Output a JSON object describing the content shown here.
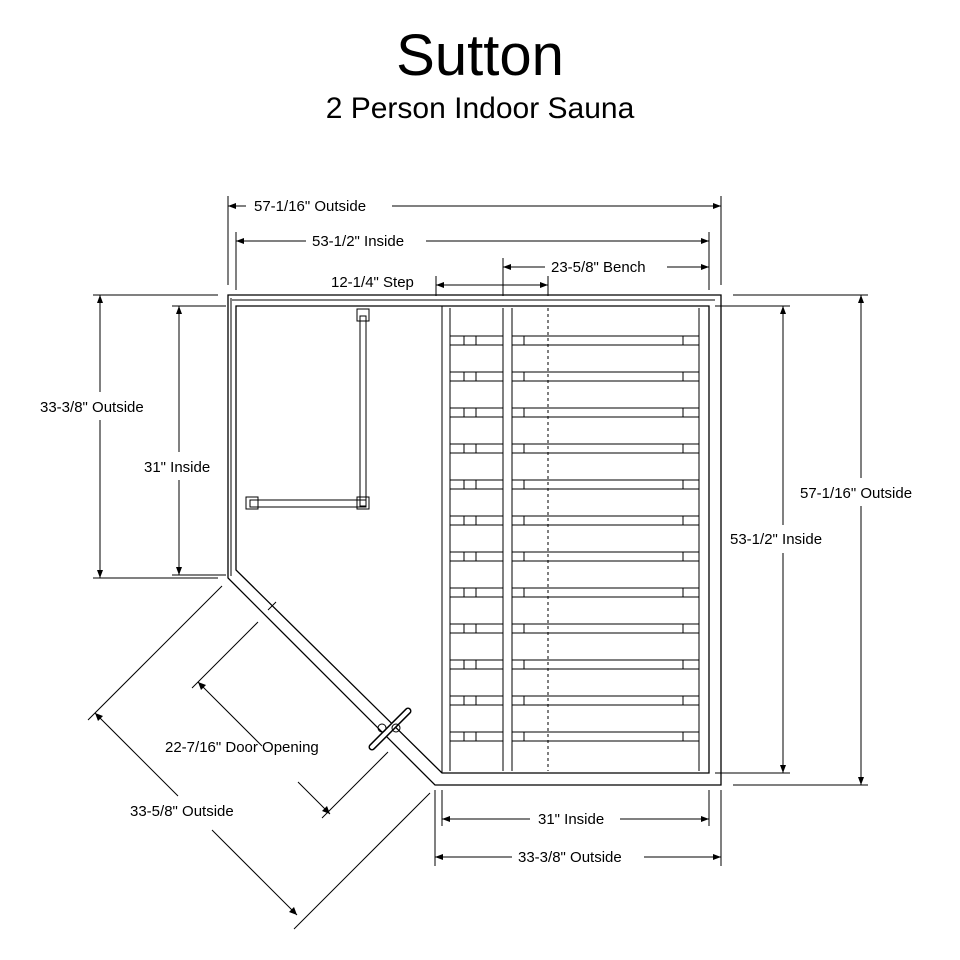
{
  "title": "Sutton",
  "subtitle": "2 Person Indoor Sauna",
  "dimensions": {
    "top_outside": "57-1/16\" Outside",
    "top_inside": "53-1/2\" Inside",
    "bench": "23-5/8\" Bench",
    "step": "12-1/4\" Step",
    "left_outside": "33-3/8\" Outside",
    "left_inside": "31\" Inside",
    "right_outside": "57-1/16\" Outside",
    "right_inside": "53-1/2\" Inside",
    "bottom_inside": "31\" Inside",
    "bottom_outside": "33-3/8\" Outside",
    "door_opening": "22-7/16\" Door Opening",
    "diagonal_outside": "33-5/8\" Outside"
  }
}
